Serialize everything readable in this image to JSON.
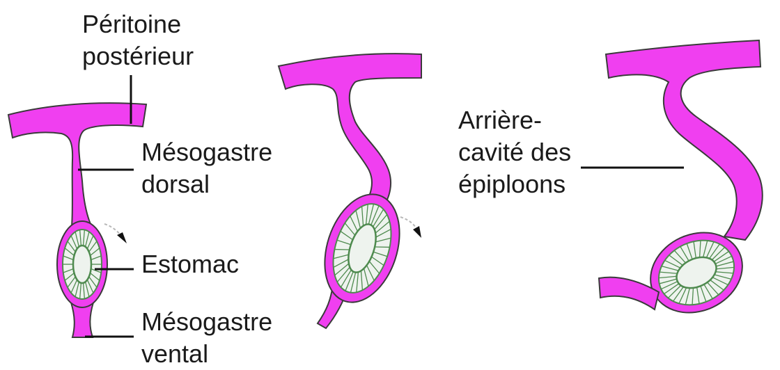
{
  "colors": {
    "tissue": "#f03ff0",
    "outline": "#3a3a3a",
    "wall": "#eef3ee",
    "lumen_line": "#4e8a4e",
    "leader": "#111111"
  },
  "labels": {
    "peritoine_line1": "Péritoine",
    "peritoine_line2": "postérieur",
    "mesogastre_dorsal_line1": "Mésogastre",
    "mesogastre_dorsal_line2": "dorsal",
    "estomac": "Estomac",
    "mesogastre_ventral_line1": "Mésogastre",
    "mesogastre_ventral_line2": "vental",
    "arriere_cavite_line1": "Arrière-",
    "arriere_cavite_line2": "cavité des",
    "arriere_cavite_line3": "épiploons"
  },
  "icons": [
    "rotation-arrow-icon",
    "rotation-arrow-icon"
  ]
}
